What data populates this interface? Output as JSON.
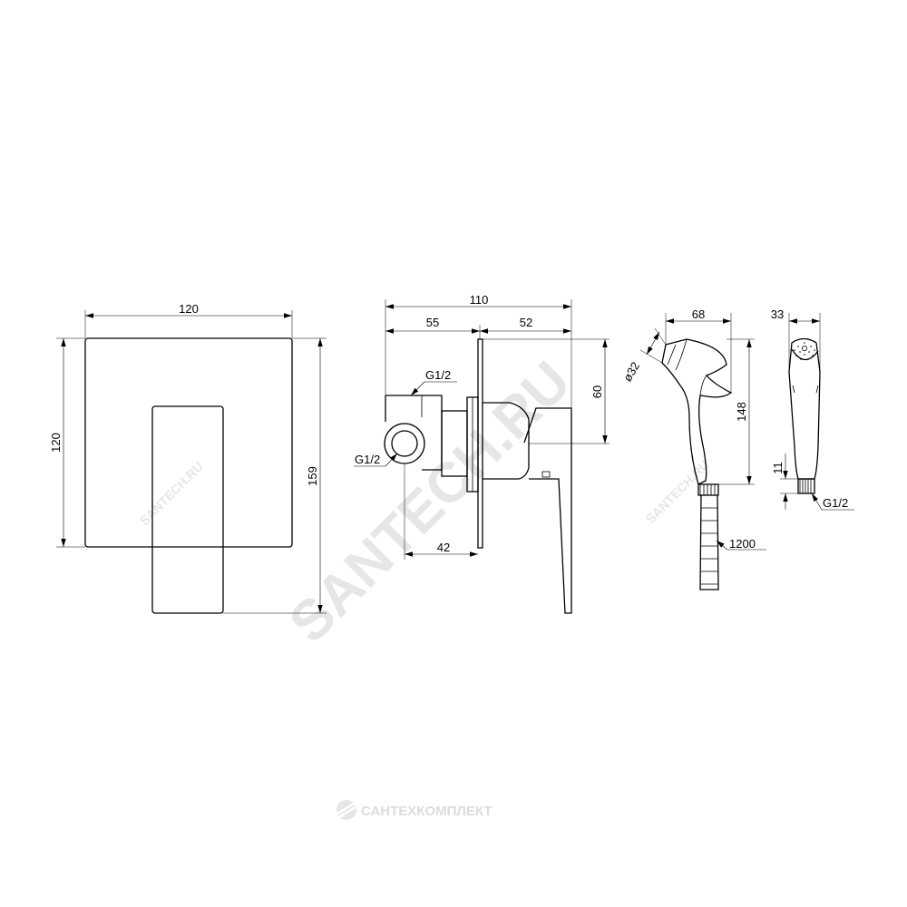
{
  "dimensions": {
    "front_width": "120",
    "front_height": "120",
    "front_total_height": "159",
    "side_total_depth": "110",
    "side_depth_rear": "55",
    "side_depth_front": "52",
    "side_height": "60",
    "side_inlet_offset": "42",
    "thread_top": "G1/2",
    "thread_left": "G1/2",
    "sprayer_length": "68",
    "sprayer_height": "148",
    "sprayer_diameter": "ø32",
    "sprayer_width": "33",
    "connector_height": "11",
    "connector_thread": "G1/2",
    "hose_length": "1200"
  },
  "watermark": {
    "diagonal": "SANTECH.RU",
    "small_left": "SANTECH.RU",
    "small_right": "SANTECH.RU",
    "brand": "САНТЕХКОМПЛЕКТ"
  }
}
